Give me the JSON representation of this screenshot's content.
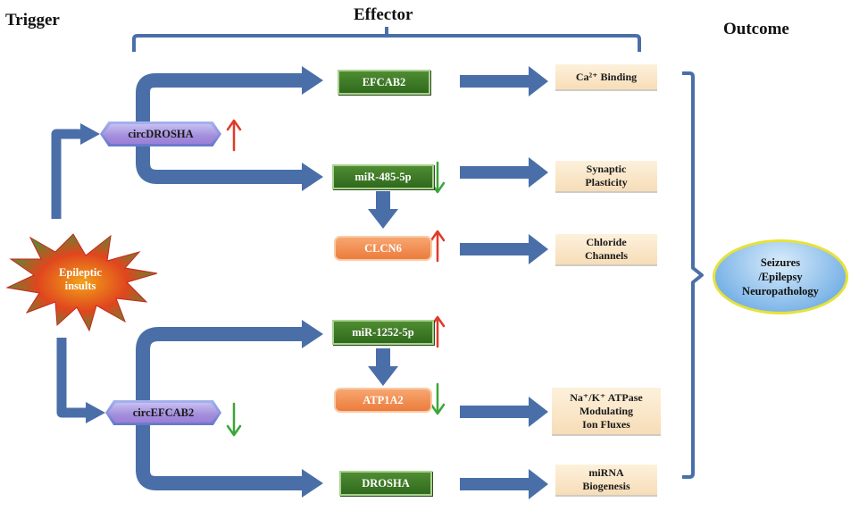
{
  "headers": {
    "trigger": "Trigger",
    "effector": "Effector",
    "outcome": "Outcome"
  },
  "triggers": {
    "circ1": "circDROSHA",
    "circ2": "circEFCAB2",
    "insult": [
      "Epileptic",
      "insults"
    ]
  },
  "effectors": {
    "efcab2": "EFCAB2",
    "mir485": "miR-485-5p",
    "clcn6": "CLCN6",
    "mir1252": "miR-1252-5p",
    "atp1a2": "ATP1A2",
    "drosha": "DROSHA"
  },
  "outcomes": {
    "ca_binding": [
      "Ca²⁺ Binding"
    ],
    "synaptic": [
      "Synaptic",
      "Plasticity"
    ],
    "chloride": [
      "Chloride",
      "Channels"
    ],
    "atpase": [
      "Na⁺/K⁺ ATPase",
      "Modulating",
      "Ion Fluxes"
    ],
    "mirna": [
      "miRNA",
      "Biogenesis"
    ],
    "final": [
      "Seizures",
      "/Epilepsy",
      "Neuropathology"
    ]
  },
  "colors": {
    "arrow": "#4a6fa8",
    "up": "#e03a2a",
    "down": "#3aa63a",
    "bracket": "#4a6fa8"
  },
  "regulation": {
    "circDROSHA": "up",
    "circEFCAB2": "down",
    "miR-485-5p": "down",
    "CLCN6": "up",
    "miR-1252-5p": "up",
    "ATP1A2": "down"
  }
}
